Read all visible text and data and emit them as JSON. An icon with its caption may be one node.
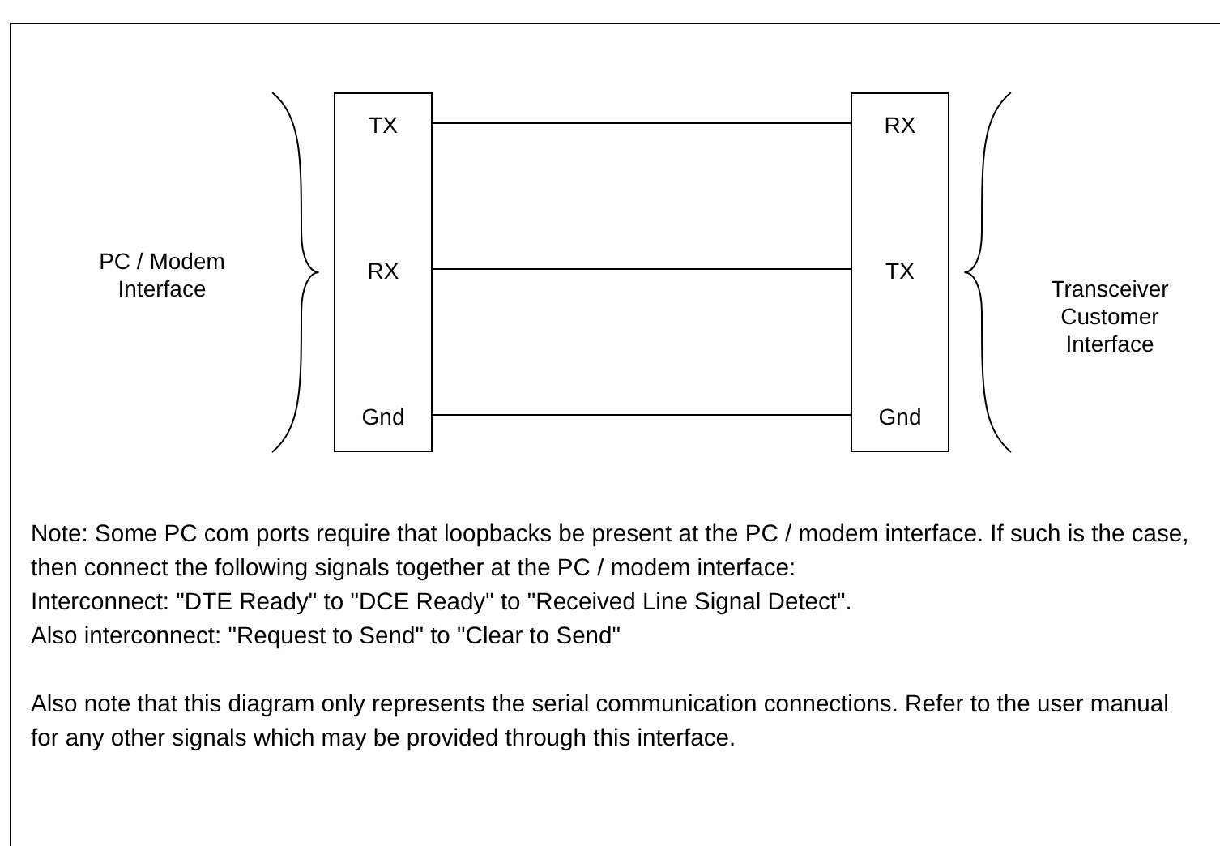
{
  "diagram": {
    "nodes": [
      {
        "text": [],
        "shape": "box"
      },
      {
        "text": [
          "TX"
        ],
        "in": 0
      },
      {
        "text": [
          "RX"
        ],
        "in": 0
      },
      {
        "text": [
          "Gnd"
        ],
        "in": 0
      },
      {
        "text": [],
        "shape": "box"
      },
      {
        "text": [
          "RX"
        ],
        "in": 4
      },
      {
        "text": [
          "TX"
        ],
        "in": 4
      },
      {
        "text": [
          "Gnd"
        ],
        "in": 4
      }
    ],
    "edges": [
      {
        "from": 1,
        "to": 5,
        "arrow": "none"
      },
      {
        "from": 2,
        "to": 6,
        "arrow": "none"
      },
      {
        "from": 3,
        "to": 7,
        "arrow": "none"
      }
    ],
    "labels": [
      "PC / Modem Interface",
      "Transceiver Customer Interface",
      "Note: Some PC com ports require that loopbacks be present at the PC / modem interface. If such is the case, then connect the following signals together at the PC / modem interface:",
      "Interconnect: \"DTE Ready\" to \"DCE Ready\" to \"Received Line Signal Detect\".",
      "Also interconnect: \"Request to Send\" to \"Clear to Send\"",
      "Also note that this diagram only represents the serial communication connections. Refer to the user manual for any other signals which may be provided through this interface."
    ]
  }
}
